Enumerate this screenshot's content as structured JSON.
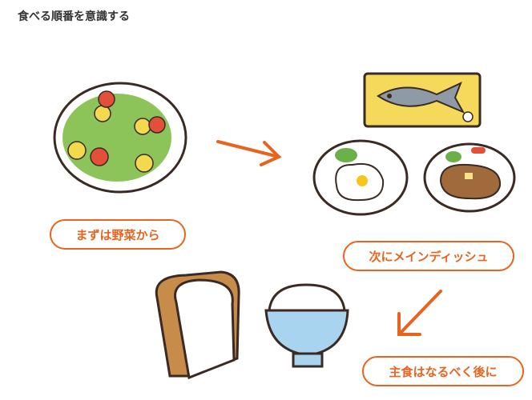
{
  "title": "食べる順番を意識する",
  "steps": [
    {
      "label": "まずは野菜から"
    },
    {
      "label": "次にメインディッシュ"
    },
    {
      "label": "主食はなるべく後に"
    }
  ],
  "colors": {
    "accent": "#e8641e",
    "outline": "#3a2a24",
    "salad": "#8cc45a",
    "tray": "#f5d95a",
    "bowl": "#a9d4ef"
  }
}
